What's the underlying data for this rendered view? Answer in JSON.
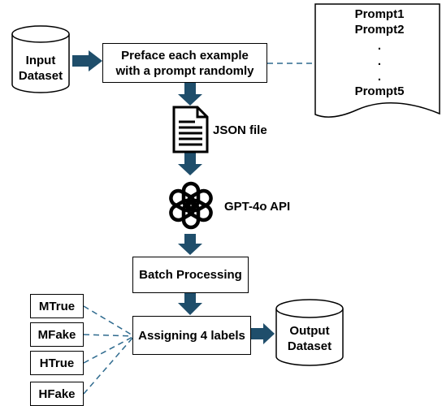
{
  "input_dataset": {
    "line1": "Input",
    "line2": "Dataset"
  },
  "preface_box": {
    "line1": "Preface each example",
    "line2": "with a prompt randomly"
  },
  "prompts": {
    "items": [
      "Prompt1",
      "Prompt2",
      ".",
      ".",
      ".",
      "Prompt5"
    ]
  },
  "json_file": {
    "label": "JSON file"
  },
  "gpt_api": {
    "label": "GPT-4o API"
  },
  "batch_box": {
    "label": "Batch Processing"
  },
  "assign_box": {
    "label": "Assigning 4 labels"
  },
  "output_dataset": {
    "line1": "Output",
    "line2": "Dataset"
  },
  "labels": {
    "items": [
      "MTrue",
      "MFake",
      "HTrue",
      "HFake"
    ]
  },
  "colors": {
    "arrow": "#1f4e6b",
    "dashed": "#2e6a8e",
    "stroke": "#000000"
  }
}
